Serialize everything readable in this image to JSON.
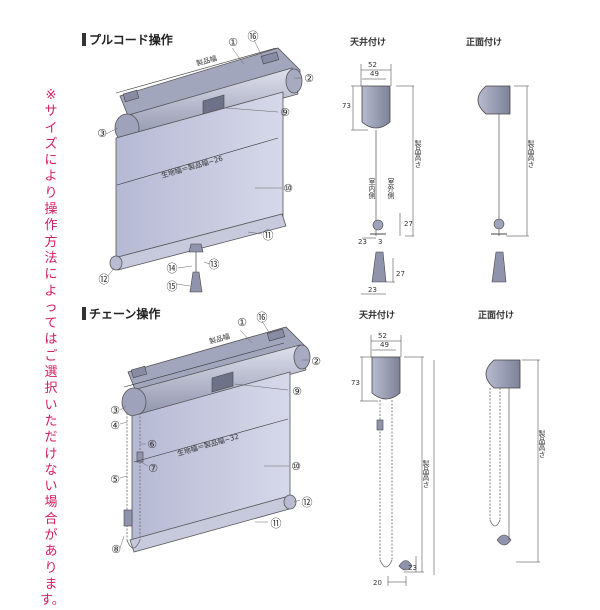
{
  "sections": {
    "pullcord": {
      "title": "プルコード操作",
      "product_width": "製品幅",
      "fabric_width": "生地幅＝製品幅−26",
      "ceiling_title": "天井付け",
      "front_title": "正面付け",
      "dim_52": "52",
      "dim_49": "49",
      "dim_73": "73",
      "dim_23_a": "23",
      "dim_23_b": "23",
      "dim_3": "3",
      "dim_27_a": "27",
      "dim_27_b": "27",
      "indoor": "室内側",
      "outdoor": "室外側",
      "product_height": "製品高さ",
      "product_height_front": "製品高さ"
    },
    "chain": {
      "title": "チェーン操作",
      "product_width": "製品幅",
      "fabric_width": "生地幅＝製品幅−32",
      "ceiling_title": "天井付け",
      "front_title": "正面付け",
      "dim_52": "52",
      "dim_49": "49",
      "dim_73": "73",
      "dim_23": "23",
      "dim_20": "20",
      "product_height": "製品高さ",
      "product_height_front": "製品高さ"
    }
  },
  "callouts_pullcord": [
    "①",
    "⑯",
    "②",
    "⑨",
    "③",
    "⑩",
    "⑪",
    "⑫",
    "⑭",
    "⑬",
    "⑮"
  ],
  "callouts_chain": [
    "①",
    "⑯",
    "②",
    "⑨",
    "③",
    "④",
    "⑥",
    "⑦",
    "⑤",
    "⑩",
    "⑫",
    "⑪",
    "⑧"
  ],
  "side_note": "※サイズにより操作方法によってはご選択いただけない場合があります。",
  "colors": {
    "accent_note": "#d81b60",
    "fabric": "#c9cce3",
    "metal": "#a9adc2",
    "line": "#333333"
  }
}
